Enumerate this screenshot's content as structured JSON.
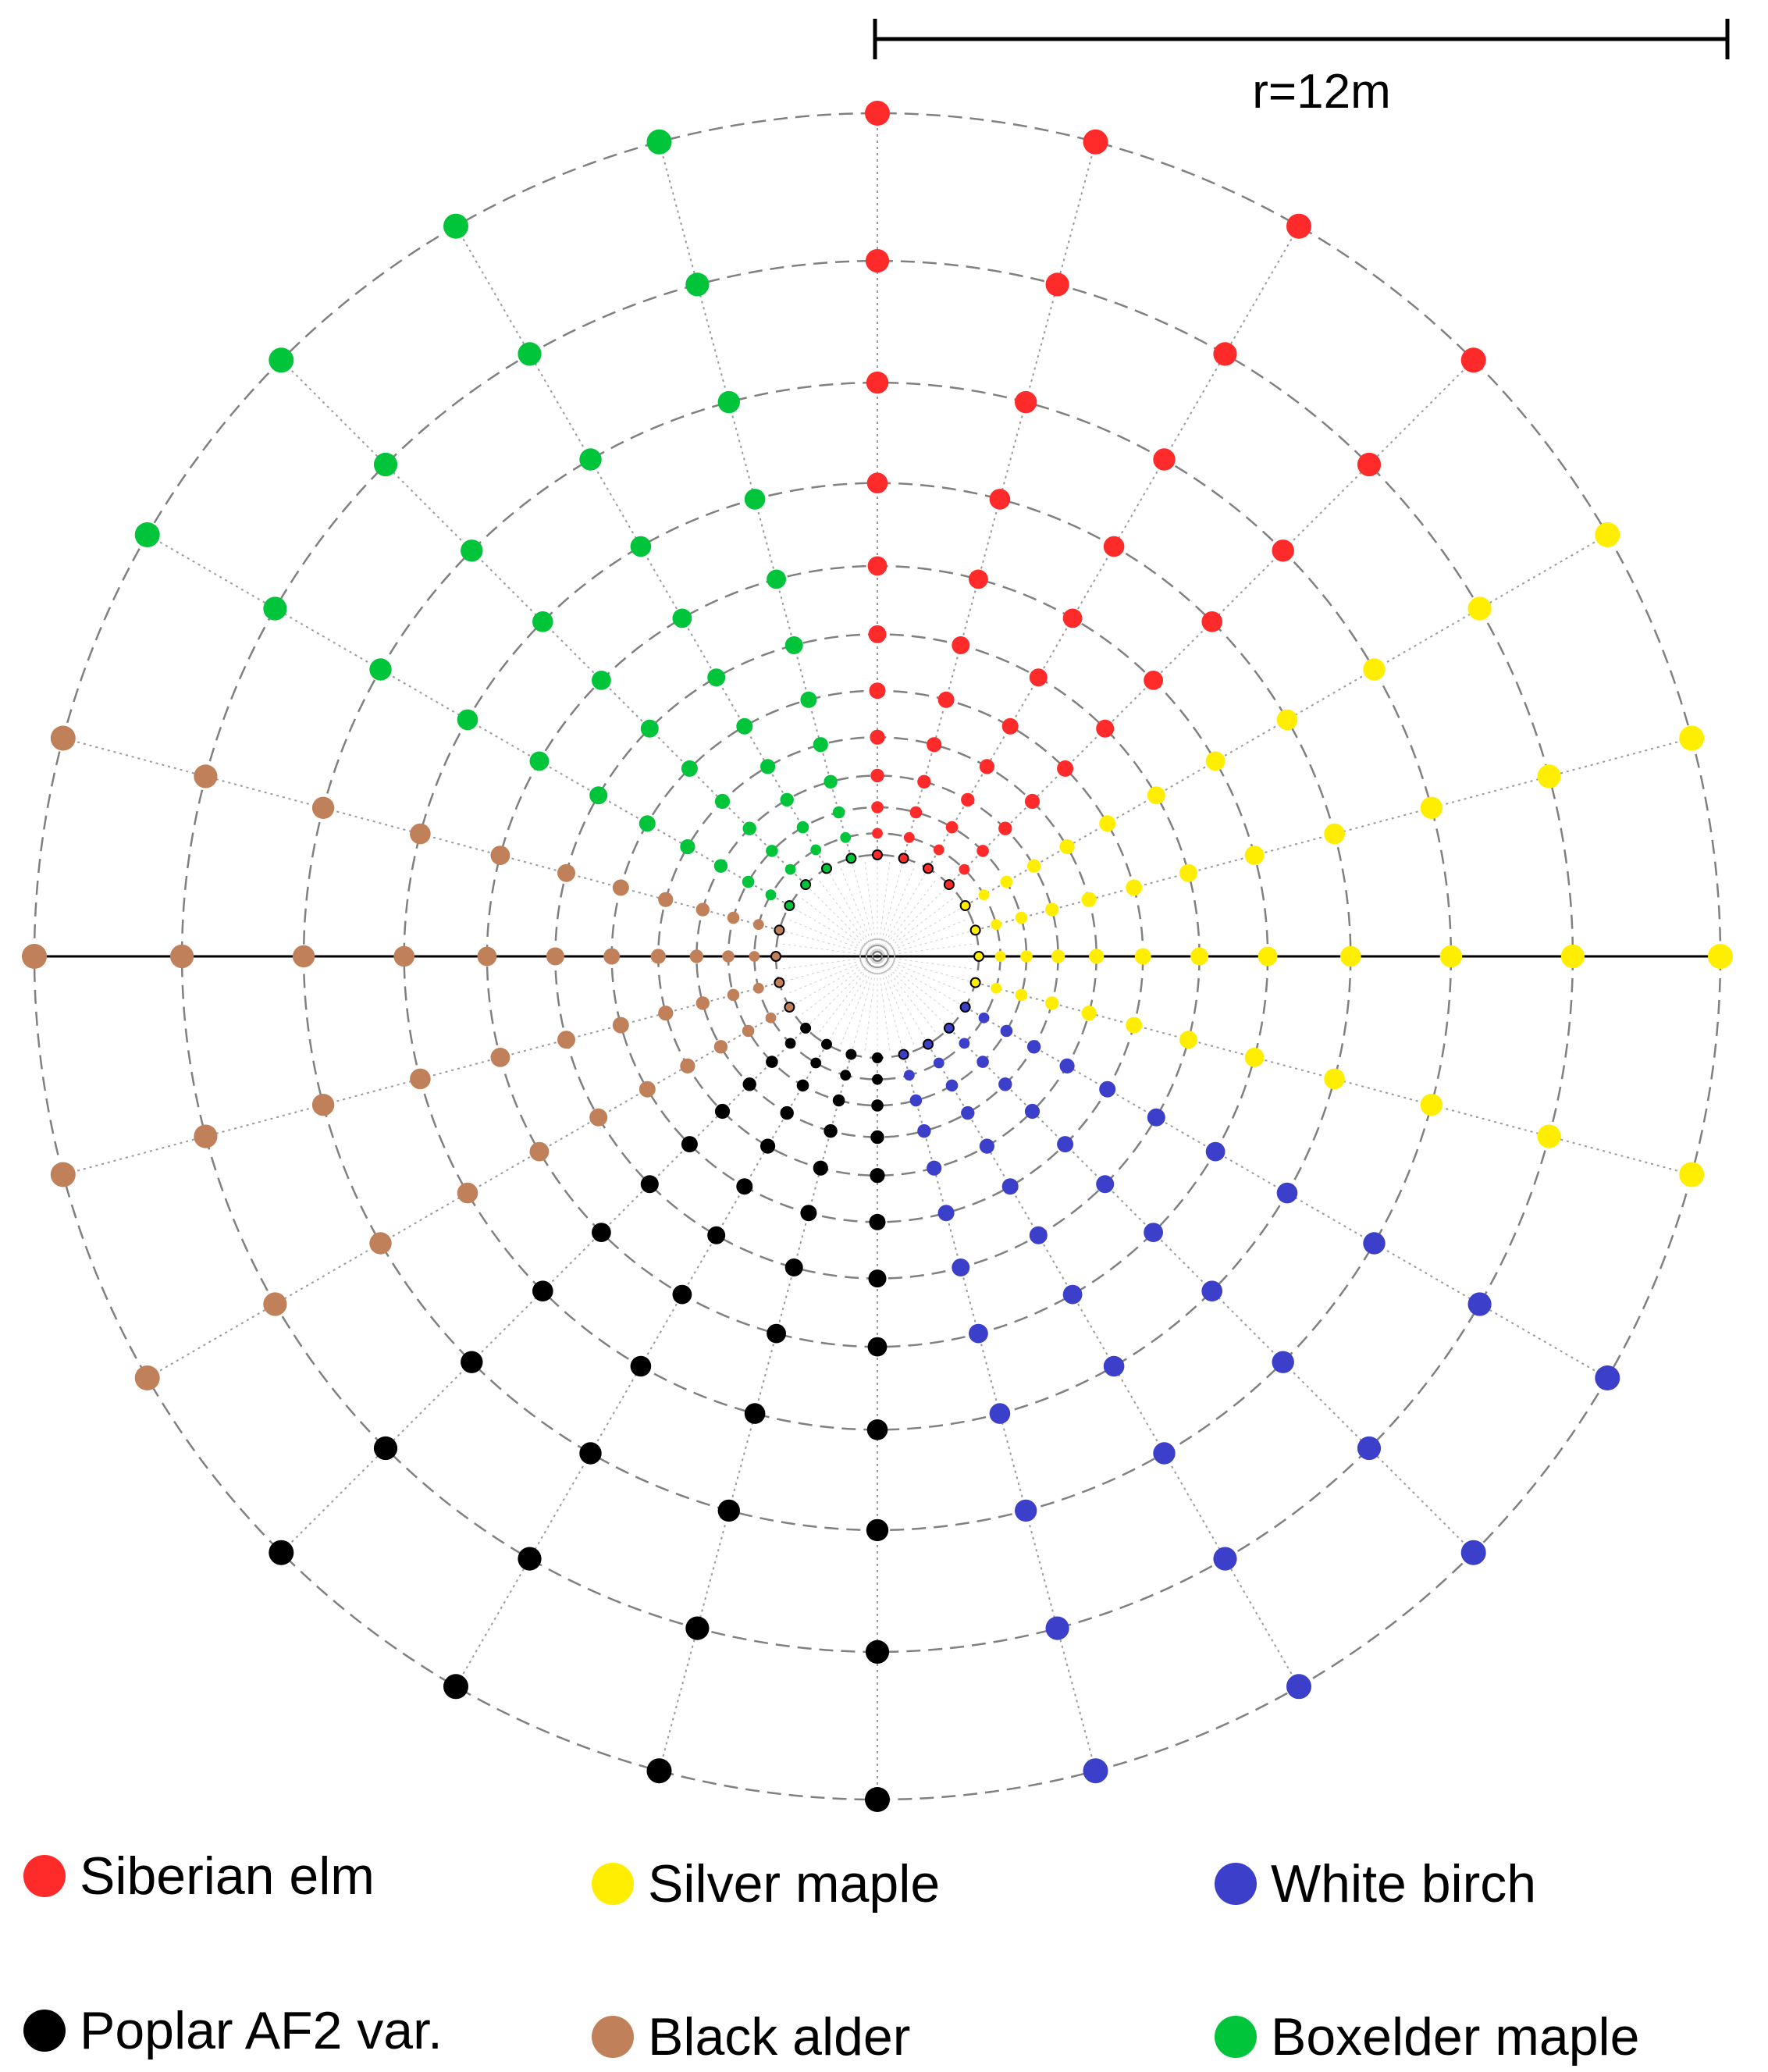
{
  "scale_bar": {
    "label": "r=12m"
  },
  "design": {
    "spokes_per_species": 4,
    "rings": 12
  },
  "species": [
    {
      "key": "siberian-elm",
      "name": "Siberian elm",
      "color": "#ff2a2a"
    },
    {
      "key": "silver-maple",
      "name": "Silver maple",
      "color": "#ffee00"
    },
    {
      "key": "white-birch",
      "name": "White birch",
      "color": "#3b3fc9"
    },
    {
      "key": "poplar-af2",
      "name": "Poplar AF2 var.",
      "color": "#000000"
    },
    {
      "key": "black-alder",
      "name": "Black alder",
      "color": "#c0805a"
    },
    {
      "key": "boxelder-maple",
      "name": "Boxelder maple",
      "color": "#00c43a"
    }
  ],
  "spoke_species_order": [
    "siberian-elm",
    "siberian-elm",
    "siberian-elm",
    "siberian-elm",
    "silver-maple",
    "silver-maple",
    "silver-maple",
    "silver-maple",
    "white-birch",
    "white-birch",
    "white-birch",
    "white-birch",
    "poplar-af2",
    "poplar-af2",
    "poplar-af2",
    "poplar-af2",
    "black-alder",
    "black-alder",
    "black-alder",
    "black-alder",
    "boxelder-maple",
    "boxelder-maple",
    "boxelder-maple",
    "boxelder-maple"
  ],
  "legend": [
    {
      "species": "siberian-elm",
      "label": "Siberian elm"
    },
    {
      "species": "silver-maple",
      "label": "Silver maple"
    },
    {
      "species": "white-birch",
      "label": "White birch"
    },
    {
      "species": "poplar-af2",
      "label": "Poplar AF2 var."
    },
    {
      "species": "black-alder",
      "label": "Black alder"
    },
    {
      "species": "boxelder-maple",
      "label": "Boxelder maple"
    }
  ]
}
